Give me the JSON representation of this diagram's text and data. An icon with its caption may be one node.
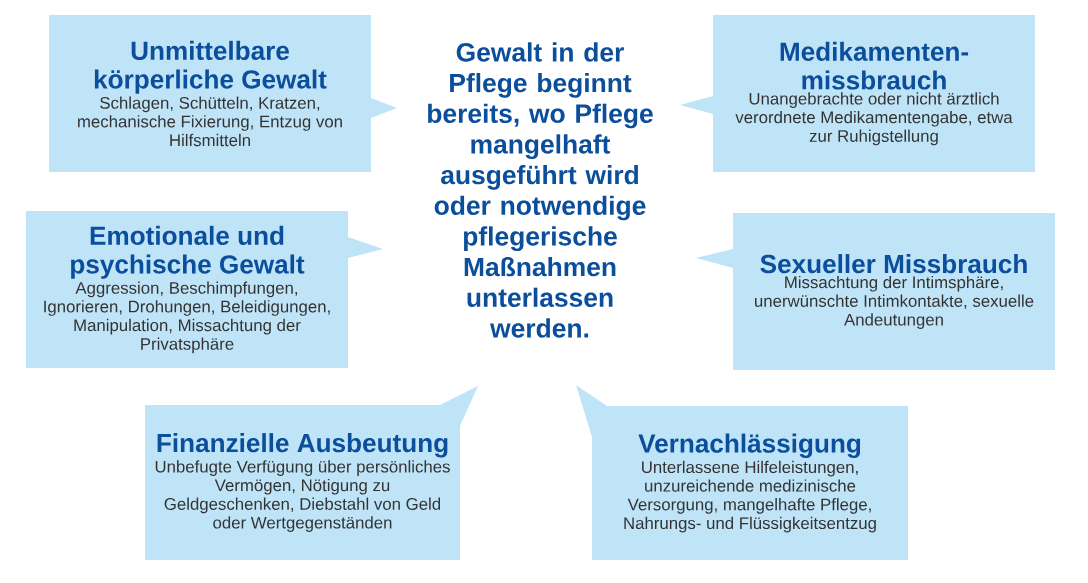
{
  "diagram": {
    "nodes": [
      {
        "text": [
          "Unmittelbare körperliche Gewalt",
          "Schlagen, Schütteln, Kratzen, mechanische Fixierung, Entzug von Hilfsmitteln"
        ]
      },
      {
        "text": [
          "Gewalt in der Pflege beginnt bereits, wo Pflege mangelhaft ausgeführt wird oder notwendige pflegerische Maßnahmen unterlassen werden."
        ]
      },
      {
        "text": [
          "Medikamenten- missbrauch",
          "Unangebrachte oder nicht ärztlich verordnete Medikamentengabe, etwa zur Ruhigstellung"
        ]
      },
      {
        "text": [
          "Emotionale und psychische Gewalt",
          "Aggression, Beschimpfungen, Ignorieren, Drohungen, Beleidigungen, Manipulation, Missachtung der Privatsphäre"
        ]
      },
      {
        "text": [
          "Sexueller Missbrauch",
          "Missachtung der Intimsphäre, unerwünschte Intimkontakte, sexuelle Andeutungen"
        ]
      },
      {
        "text": [
          "Finanzielle Ausbeutung",
          "Unbefugte Verfügung über persönliches Vermögen, Nötigung zu Geldgeschenken, Diebstahl von Geld oder Wertgegenständen"
        ]
      },
      {
        "text": [
          "Vernachlässigung",
          "Unterlassene Hilfeleistungen, unzureichende medizinische Versorgung, mangelhafte Pflege, Nahrungs- und Flüssigkeitsentzug"
        ]
      }
    ]
  }
}
